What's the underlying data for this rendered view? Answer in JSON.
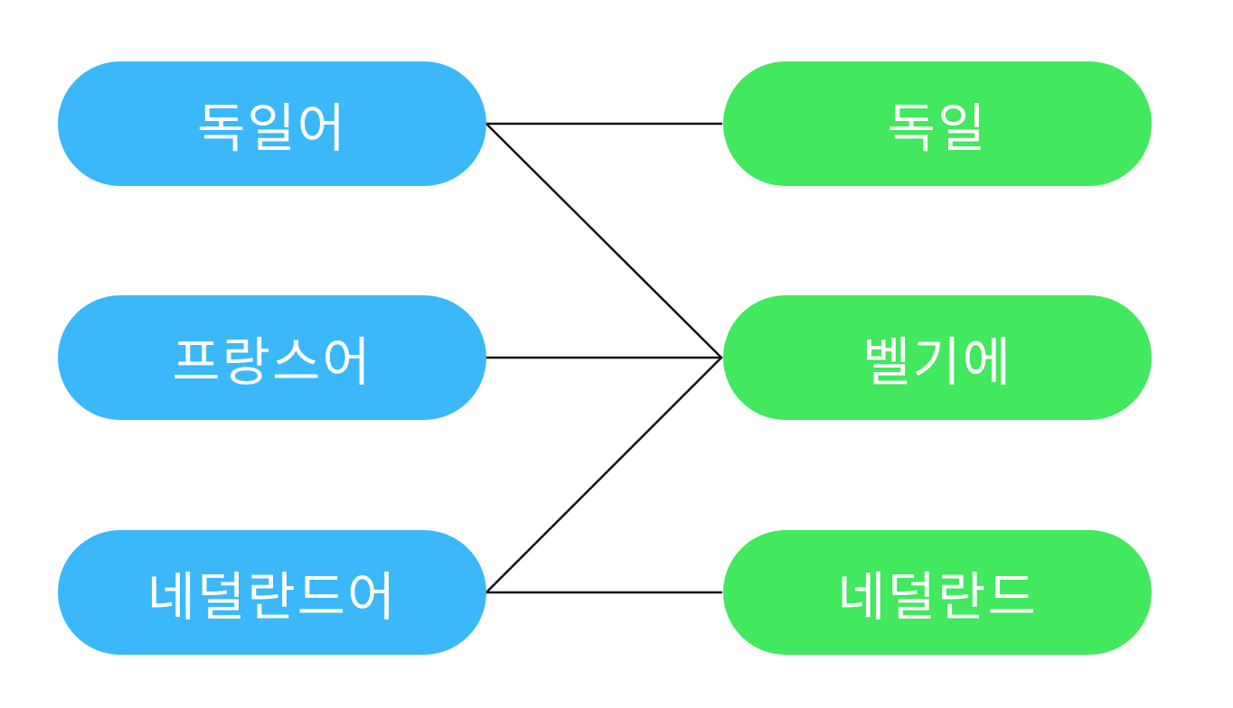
{
  "languages": [
    {
      "label": "독일어"
    },
    {
      "label": "프랑스어"
    },
    {
      "label": "네덜란드어"
    }
  ],
  "countries": [
    {
      "label": "독일"
    },
    {
      "label": "벨기에"
    },
    {
      "label": "네덜란드"
    }
  ],
  "connections": [
    {
      "from": 0,
      "to": 0
    },
    {
      "from": 0,
      "to": 1
    },
    {
      "from": 1,
      "to": 1
    },
    {
      "from": 2,
      "to": 1
    },
    {
      "from": 2,
      "to": 2
    }
  ],
  "colors": {
    "language_fill": "#3BB8FA",
    "country_fill": "#42E85E",
    "line": "#111111",
    "text": "#FFFFFF"
  }
}
